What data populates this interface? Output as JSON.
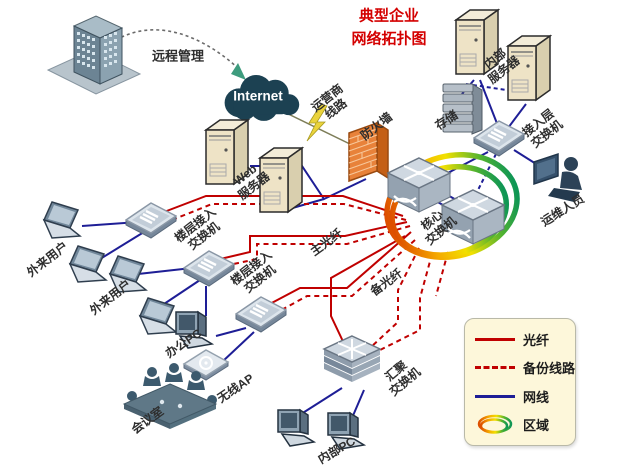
{
  "title": {
    "line1": "典型企业",
    "line2": "网络拓扑图"
  },
  "nodes": {
    "remote_mgmt": "远程管理",
    "internet": "Internet",
    "carrier_line": "运营商\n线路",
    "firewall": "防火墙",
    "web_server": "Web\n服务器",
    "internal_server": "内部\n服务器",
    "storage": "存储",
    "access_switch": "接入层\n交换机",
    "core_switch": "核心\n交换机",
    "ops_staff": "运维人员",
    "main_fiber": "主光纤",
    "backup_fiber": "备光纤",
    "floor_switch_1": "楼层接入\n交换机",
    "floor_switch_2": "楼层接入\n交换机",
    "external_user_1": "外来用户",
    "external_user_2": "外来用户",
    "office_pc": "办公PC",
    "wireless_ap": "无线AP",
    "meeting_room": "会议室",
    "agg_switch": "汇聚\n交换机",
    "internal_pc": "内部PC"
  },
  "legend": {
    "items": [
      {
        "label": "光纤",
        "type": "fiber"
      },
      {
        "label": "备份线路",
        "type": "backup"
      },
      {
        "label": "网线",
        "type": "lan"
      },
      {
        "label": "区域",
        "type": "zone"
      }
    ]
  },
  "colors": {
    "fiber": "#c00000",
    "lan": "#1e1e96",
    "title": "#d40000"
  }
}
